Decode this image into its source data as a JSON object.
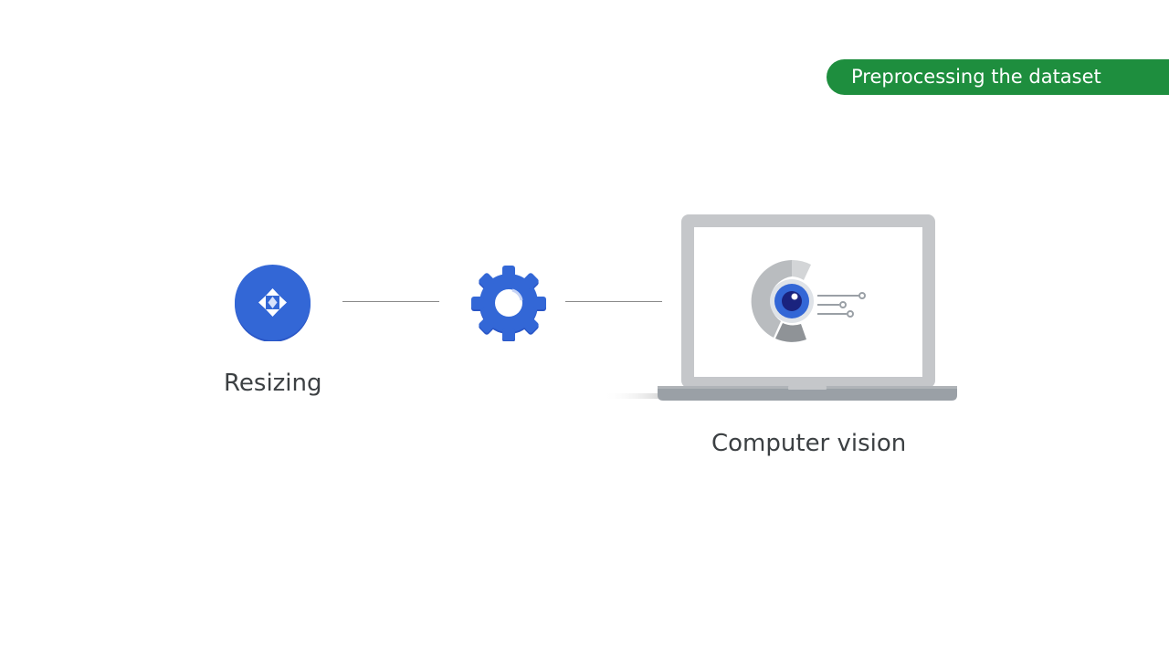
{
  "badge": {
    "text": "Preprocessing the dataset",
    "color": "#1e8e3e"
  },
  "steps": [
    {
      "label": "Resizing",
      "icon": "resize-arrows-icon",
      "color": "#3367d6"
    },
    {
      "label": "",
      "icon": "gear-icon",
      "color": "#3367d6"
    },
    {
      "label": "Computer vision",
      "icon": "laptop-eye-icon",
      "color": "#3367d6"
    }
  ]
}
